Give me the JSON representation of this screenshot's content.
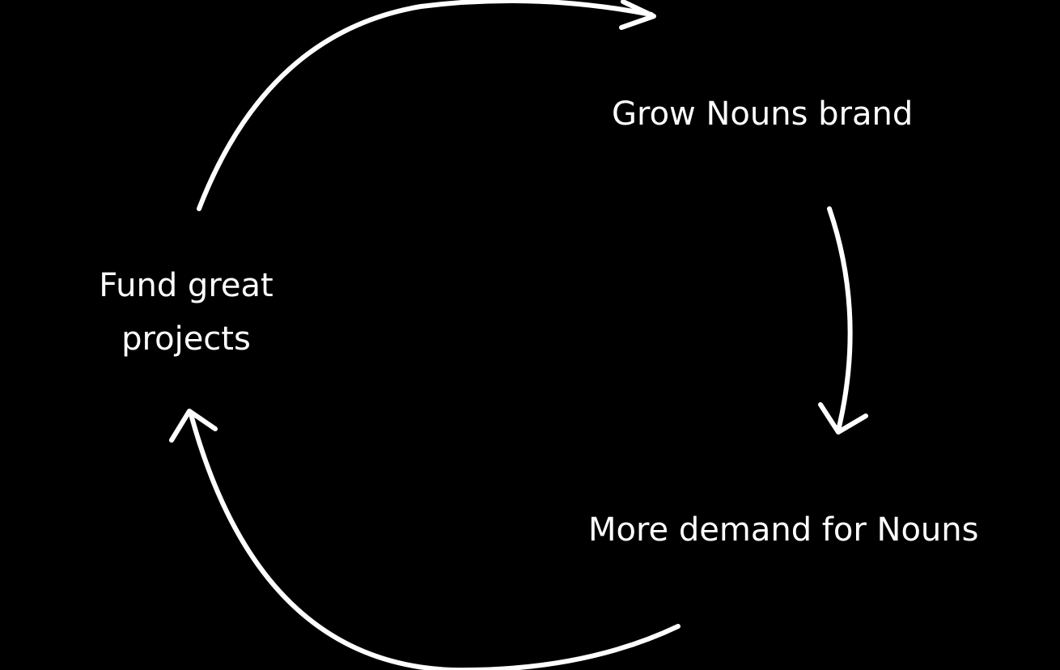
{
  "diagram": {
    "nodes": [
      {
        "id": "grow",
        "label": "Grow Nouns brand"
      },
      {
        "id": "demand",
        "label": "More demand for Nouns"
      },
      {
        "id": "fund",
        "label_lines": [
          "Fund great",
          "projects"
        ]
      }
    ],
    "edges": [
      {
        "from": "fund",
        "to": "grow",
        "icon": "curved-arrow-icon"
      },
      {
        "from": "grow",
        "to": "demand",
        "icon": "curved-arrow-icon"
      },
      {
        "from": "demand",
        "to": "fund",
        "icon": "curved-arrow-icon"
      }
    ],
    "colors": {
      "background": "#000000",
      "foreground": "#ffffff"
    }
  }
}
